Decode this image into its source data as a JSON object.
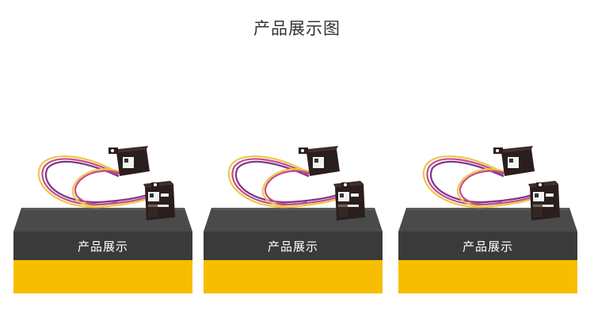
{
  "page": {
    "title": "产品展示图"
  },
  "showcases": [
    {
      "label": "产品展示"
    },
    {
      "label": "产品展示"
    },
    {
      "label": "产品展示"
    }
  ],
  "colors": {
    "pedestal_dark": "#3a3a3a",
    "pedestal_top": "#4a4a4a",
    "pedestal_base": "#f7bd00",
    "wire_yellow": "#e8c94a",
    "wire_pink": "#c84a8a",
    "wire_purple": "#7a3a8a",
    "module_body": "#2a1e1e"
  },
  "icons": {
    "product": "sensor-module-with-twisted-wires"
  }
}
